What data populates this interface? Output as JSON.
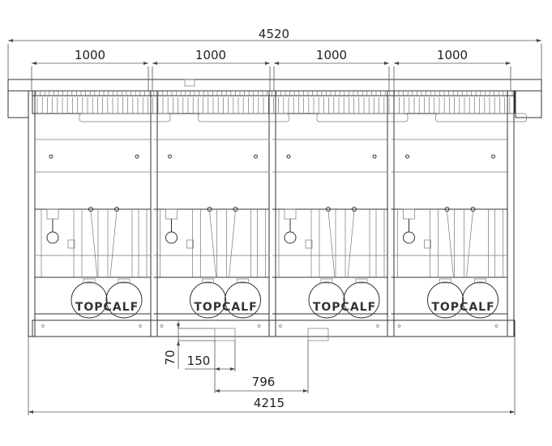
{
  "drawing": {
    "module_count": 4,
    "brand_label": "TOPCALF",
    "dimensions": {
      "overall_width": "4520",
      "module_widths": [
        "1000",
        "1000",
        "1000",
        "1000"
      ],
      "base_height": "70",
      "opening_width": "150",
      "opening_spacing": "796",
      "base_width": "4215"
    }
  }
}
